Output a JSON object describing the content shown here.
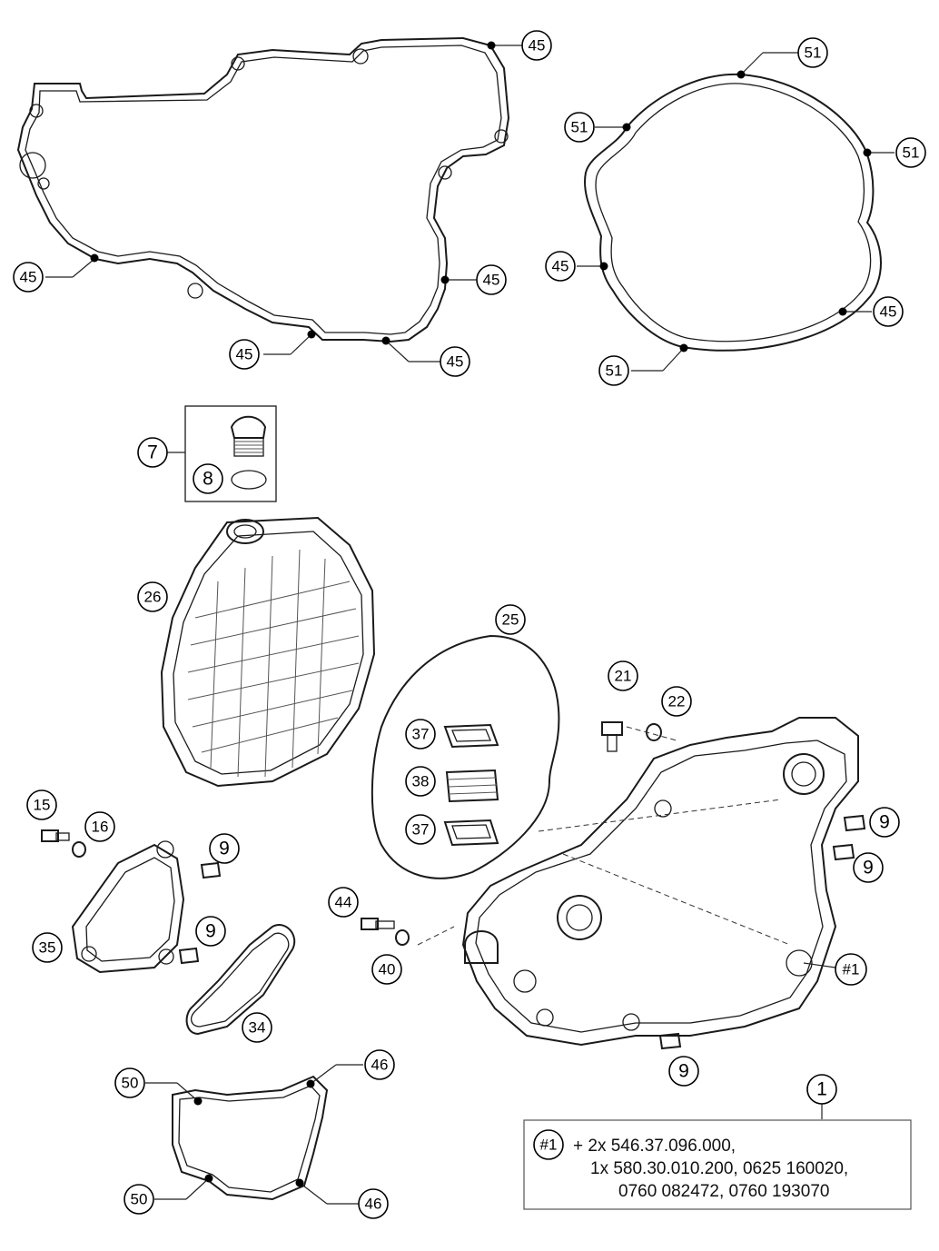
{
  "callouts": {
    "c45a": "45",
    "c45b": "45",
    "c45c": "45",
    "c45d": "45",
    "c45e": "45",
    "c45f": "45",
    "c45g": "45",
    "c51a": "51",
    "c51b": "51",
    "c51c": "51",
    "c51d": "51",
    "c7": "7",
    "c8": "8",
    "c26": "26",
    "c25": "25",
    "c21": "21",
    "c22": "22",
    "c37a": "37",
    "c38": "38",
    "c37b": "37",
    "c15": "15",
    "c16": "16",
    "c9a": "9",
    "c9b": "9",
    "c9c": "9",
    "c9d": "9",
    "c9e": "9",
    "c35": "35",
    "c34": "34",
    "c44": "44",
    "c40": "40",
    "c1ref": "#1",
    "c1": "1",
    "c50a": "50",
    "c50b": "50",
    "c46a": "46",
    "c46b": "46"
  },
  "note": {
    "ref": "#1",
    "line1": "+ 2x 546.37.096.000,",
    "line2": "1x 580.30.010.200, 0625 160020,",
    "line3": "0760 082472, 0760 193070"
  }
}
